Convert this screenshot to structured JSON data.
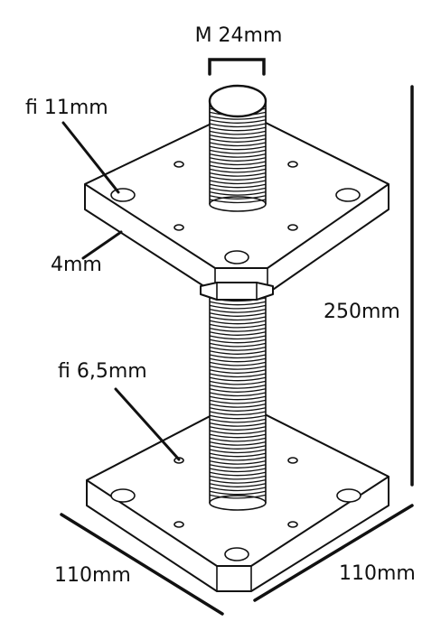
{
  "labels": {
    "thread": "M 24mm",
    "big_hole": "fi 11mm",
    "thickness": "4mm",
    "height": "250mm",
    "small_hole": "fi 6,5mm",
    "width_left": "110mm",
    "width_right": "110mm"
  },
  "colors": {
    "stroke": "#111111",
    "background": "#ffffff"
  }
}
